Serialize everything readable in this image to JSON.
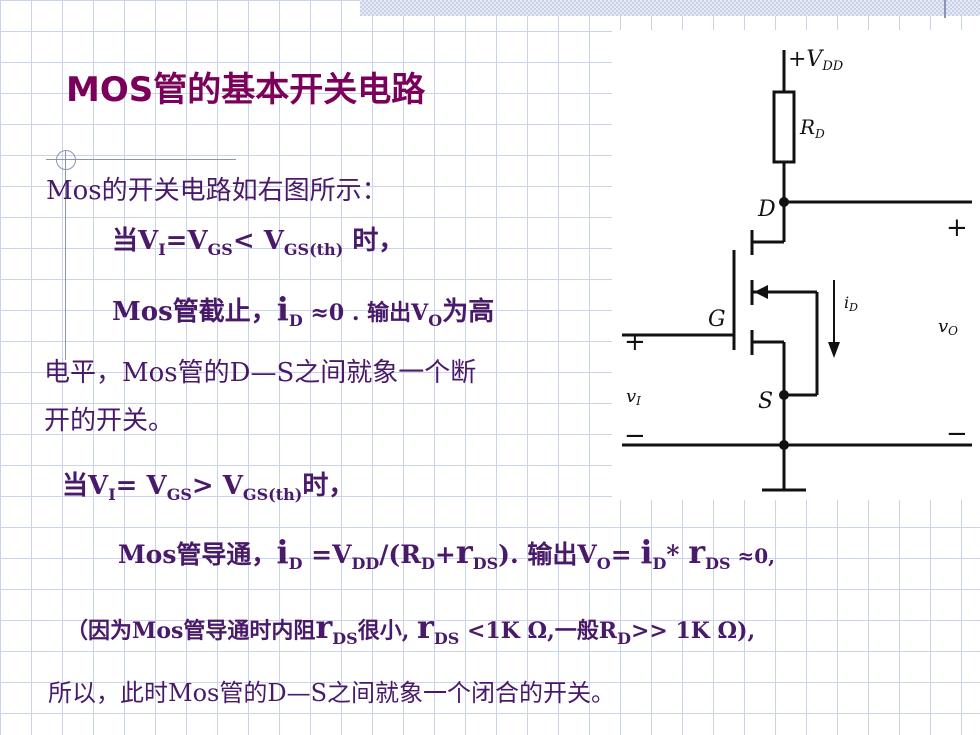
{
  "title": "MOS管的基本开关电路",
  "lines": {
    "l1": "Mos的开关电路如右图所示：",
    "l2_pre": "当V",
    "l2_sub1": "I",
    "l2_mid": "=V",
    "l2_sub2": "GS",
    "l2_lt": "< V",
    "l2_sub3": "GS(th)",
    "l2_post": " 时，",
    "l3_pre": "Mos管截止，",
    "l3_i": "i",
    "l3_sub": "D",
    "l3_post": " ≈0 . 输出V",
    "l3_sub2": "O",
    "l3_end": "为高",
    "l4": "电平，Mos管的D—S之间就象一个断",
    "l5": "开的开关。",
    "l6_pre": "当V",
    "l6_sub1": "I",
    "l6_mid": "= V",
    "l6_sub2": "GS",
    "l6_gt": "> V",
    "l6_sub3": "GS(th)",
    "l6_post": "时，",
    "l7_pre": "Mos管导通，",
    "l7_i": "i",
    "l7_s1": "D",
    "l7_a": " =V",
    "l7_s2": "DD",
    "l7_b": "/(R",
    "l7_s3": "D",
    "l7_c": "+",
    "l7_r": "r",
    "l7_s4": "DS",
    "l7_d": "). 输出V",
    "l7_s5": "O",
    "l7_e": "= ",
    "l7_i2": "i",
    "l7_s6": "D",
    "l7_f": "* ",
    "l7_r2": "r",
    "l7_s7": "DS",
    "l7_g": " ≈0,",
    "l8_pre": "（因为Mos管导通时内阻",
    "l8_r": "r",
    "l8_s1": "DS",
    "l8_a": "很小, ",
    "l8_r2": "r",
    "l8_s2": "DS",
    "l8_b": " <1K Ω,一般R",
    "l8_s3": "D",
    "l8_c": ">> 1K Ω),",
    "l9": "所以，此时Mos管的D—S之间就象一个闭合的开关。"
  },
  "circuit": {
    "vdd": "+V",
    "vdd_sub": "DD",
    "rd": "R",
    "rd_sub": "D",
    "d": "D",
    "g": "G",
    "s": "S",
    "id": "i",
    "id_sub": "D",
    "vo": "v",
    "vo_sub": "O",
    "vi": "v",
    "vi_sub": "I",
    "plus": "+",
    "minus": "−"
  }
}
